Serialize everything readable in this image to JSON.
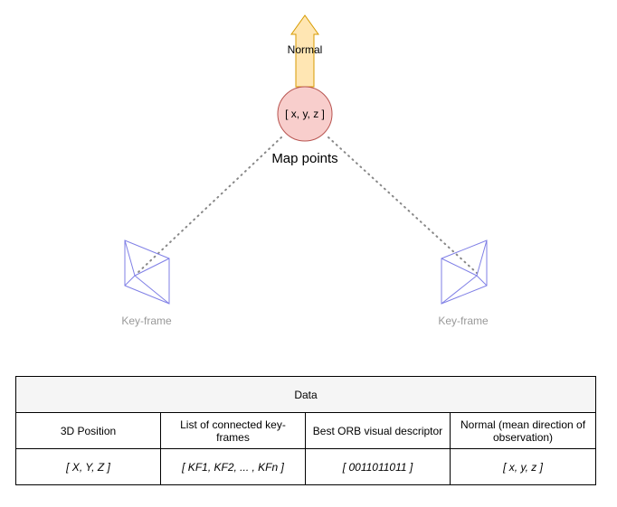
{
  "diagram": {
    "normal_label": "Normal",
    "point_label": "[ x, y, z ]",
    "map_points_label": "Map points",
    "keyframes": [
      {
        "label": "Key-frame"
      },
      {
        "label": "Key-frame"
      }
    ],
    "colors": {
      "arrow_fill": "#ffe6b3",
      "arrow_stroke": "#d79b00",
      "point_fill": "#f8cecc",
      "point_stroke": "#b85450",
      "camera_stroke": "#7f7fe6",
      "dotted_line": "#888888",
      "keyframe_label": "#999999"
    }
  },
  "table": {
    "title": "Data",
    "columns": [
      "3D Position",
      "List of connected key-frames",
      "Best ORB visual descriptor",
      "Normal (mean direction of observation)"
    ],
    "values": [
      "[ X, Y, Z ]",
      "[ KF1, KF2, ... , KFn ]",
      "[ 0011011011 ]",
      "[ x, y, z ]"
    ],
    "colors": {
      "header_bg": "#f5f5f5",
      "border": "#000000"
    }
  }
}
